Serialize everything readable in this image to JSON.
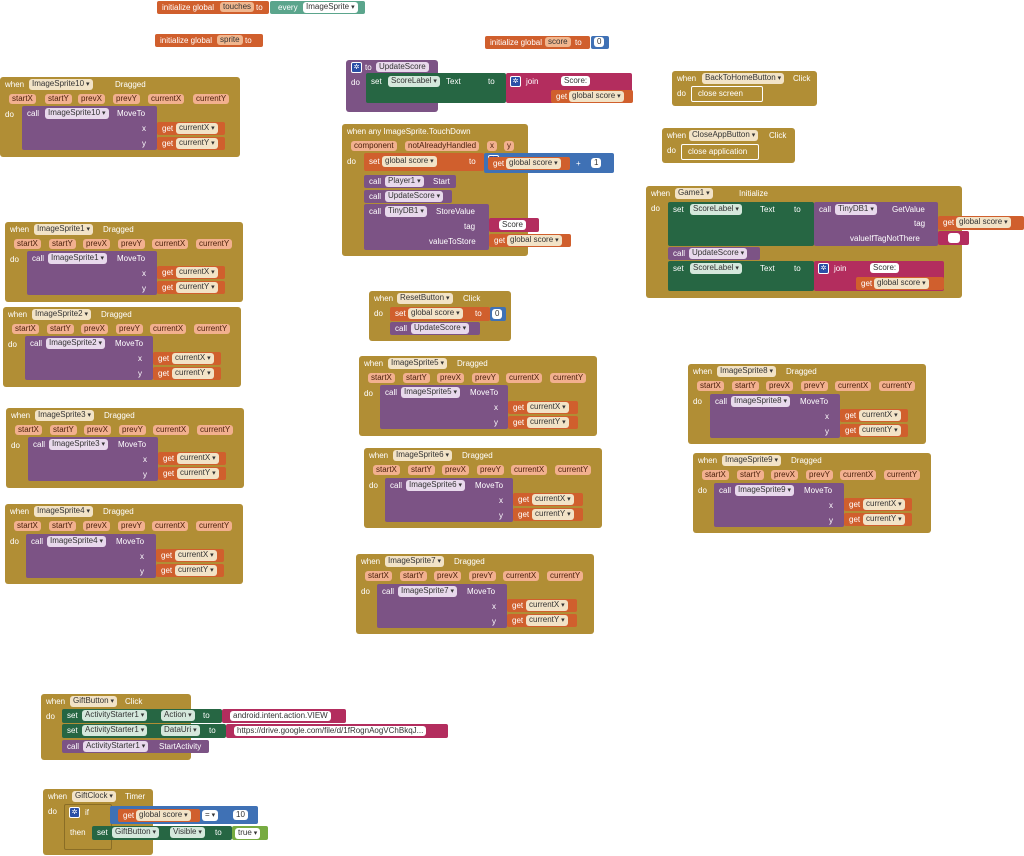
{
  "common": {
    "when": "when",
    "do": "do",
    "call": "call",
    "set": "set",
    "get": "get",
    "to": "to",
    "dragged": "Dragged",
    "click": "Click",
    "moveto": "MoveTo",
    "x": "x",
    "y": "y",
    "startX": "startX",
    "startY": "startY",
    "prevX": "prevX",
    "prevY": "prevY",
    "currentX": "currentX",
    "currentY": "currentY",
    "initialize_global": "initialize global",
    "join": "join",
    "text": "Text",
    "scorelabel": "ScoreLabel",
    "global_score": "global score",
    "updatescore": "UpdateScore"
  },
  "globals": {
    "touches_name": "touches",
    "every": "every",
    "imagesprite": "ImageSprite",
    "sprite_name": "sprite",
    "score_name": "score",
    "score_value": "0"
  },
  "update_score": {
    "to_label": "to",
    "proc_name": "UpdateScore",
    "score_text": "Score:"
  },
  "touchdown": {
    "header": "when any ImageSprite.TouchDown",
    "p_component": "component",
    "p_not": "notAlreadyHandled",
    "p_x": "x",
    "p_y": "y",
    "plus": "+",
    "one": "1",
    "player": "Player1",
    "start": "Start",
    "tinydb": "TinyDB1",
    "storevalue": "StoreValue",
    "tag": "tag",
    "tag_value": "Score",
    "valuetostore": "valueToStore"
  },
  "back_home": {
    "component": "BackToHomeButton",
    "action": "close screen"
  },
  "close_app": {
    "component": "CloseAppButton",
    "action": "close application"
  },
  "game_init": {
    "component": "Game1",
    "event": "Initialize",
    "tinydb": "TinyDB1",
    "getvalue": "GetValue",
    "tag": "tag",
    "if_not_there": "valueIfTagNotThere",
    "score_text": "Score:"
  },
  "reset": {
    "component": "ResetButton",
    "zero": "0"
  },
  "sprites": {
    "s10": "ImageSprite10",
    "s1": "ImageSprite1",
    "s2": "ImageSprite2",
    "s3": "ImageSprite3",
    "s4": "ImageSprite4",
    "s5": "ImageSprite5",
    "s6": "ImageSprite6",
    "s7": "ImageSprite7",
    "s8": "ImageSprite8",
    "s9": "ImageSprite9"
  },
  "gift_button": {
    "component": "GiftButton",
    "activity": "ActivityStarter1",
    "action_prop": "Action",
    "action_value": "android.intent.action.VIEW",
    "datauri_prop": "DataUri",
    "datauri_value": "https://drive.google.com/file/d/1fRognAogVChBkqJ...",
    "start_activity": "StartActivity"
  },
  "gift_clock": {
    "component": "GiftClock",
    "event": "Timer",
    "if": "if",
    "then": "then",
    "eq": "=",
    "ten": "10",
    "button": "GiftButton",
    "visible": "Visible",
    "true_val": "true"
  }
}
